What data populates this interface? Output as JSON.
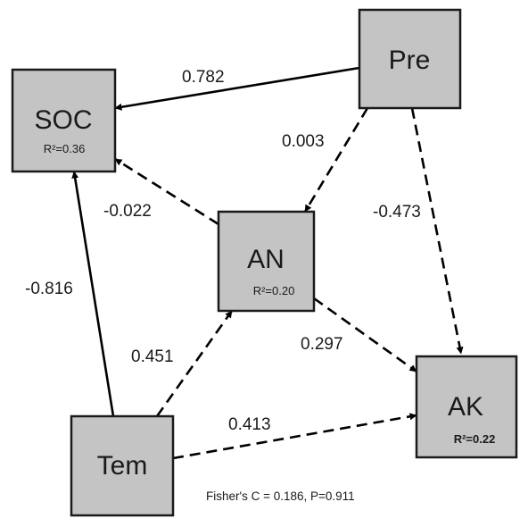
{
  "nodes": {
    "soc": {
      "name": "SOC",
      "r2": "R²=0.36"
    },
    "pre": {
      "name": "Pre"
    },
    "an": {
      "name": "AN",
      "r2": "R²=0.20"
    },
    "ak": {
      "name": "AK",
      "r2": "R²=0.22"
    },
    "tem": {
      "name": "Tem"
    }
  },
  "paths": {
    "pre_soc": {
      "coef": "0.782",
      "style": "solid"
    },
    "pre_an": {
      "coef": "0.003",
      "style": "dashed"
    },
    "pre_ak": {
      "coef": "-0.473",
      "style": "dashed"
    },
    "an_soc": {
      "coef": "-0.022",
      "style": "dashed"
    },
    "an_ak": {
      "coef": "0.297",
      "style": "dashed"
    },
    "tem_soc": {
      "coef": "-0.816",
      "style": "solid"
    },
    "tem_an": {
      "coef": "0.451",
      "style": "dashed"
    },
    "tem_ak": {
      "coef": "0.413",
      "style": "dashed"
    }
  },
  "fit": {
    "text": "Fisher's C = 0.186, P=0.911"
  }
}
